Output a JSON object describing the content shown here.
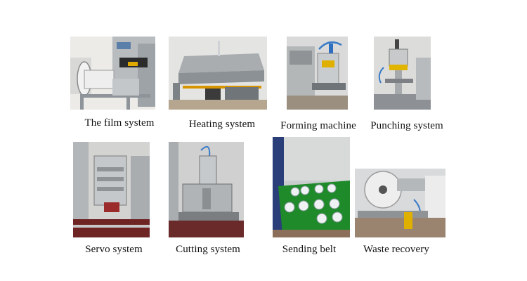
{
  "captions": {
    "film_system": "The film system",
    "heating_system": "Heating system",
    "forming_machine": "Forming machine",
    "punching_system": "Punching system",
    "servo_system": "Servo system",
    "cutting_system": "Cutting system",
    "sending_belt": "Sending belt",
    "waste_recovery": "Waste recovery"
  }
}
